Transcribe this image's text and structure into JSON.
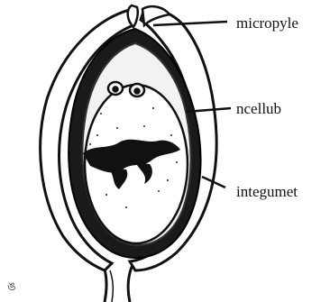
{
  "labels": {
    "micropyle": "micropyle",
    "nucellus": "ncellub",
    "integument": "integumet"
  },
  "corner_mark": "ঙ",
  "colors": {
    "ink": "#111111",
    "background": "#ffffff",
    "nucellus_fill": "#f2f2f2"
  }
}
